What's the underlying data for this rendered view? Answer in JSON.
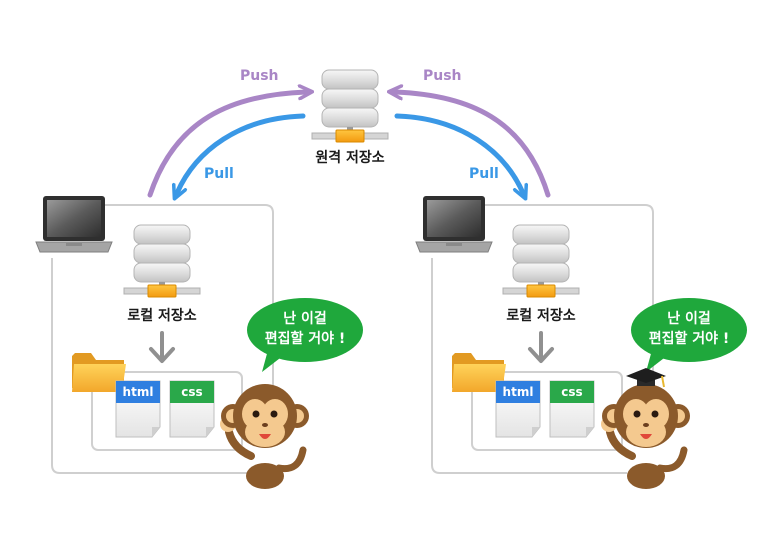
{
  "remote": {
    "label": "원격 저장소"
  },
  "arrows": {
    "push_left": "Push",
    "push_right": "Push",
    "pull_left": "Pull",
    "pull_right": "Pull"
  },
  "panels": [
    {
      "local_label": "로컬 저장소",
      "bubble": {
        "line1": "난 이걸",
        "line2": "편집할 거야 !"
      },
      "files": [
        "html",
        "css"
      ]
    },
    {
      "local_label": "로컬 저장소",
      "bubble": {
        "line1": "난 이걸",
        "line2": "편집할 거야 !"
      },
      "files": [
        "html",
        "css"
      ]
    }
  ],
  "colors": {
    "push": "#a986c6",
    "pull": "#3a98e6",
    "bubble": "#1fa83c",
    "html_tab": "#2f7fe0",
    "css_tab": "#2aa84a",
    "folder": "#f4b63a",
    "server_base": "#f7a81a",
    "panel_border": "#cfcfcf"
  }
}
